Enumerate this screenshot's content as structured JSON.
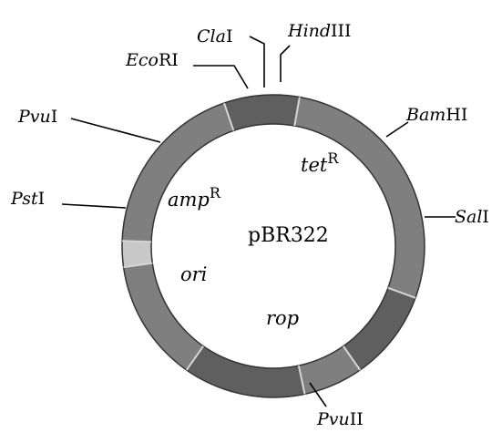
{
  "plasmid": {
    "name": "pBR322"
  },
  "colors": {
    "ring_mid": "#7f7f7f",
    "ring_dark": "#5f5f5f",
    "ring_light": "#c8c8c8",
    "divider": "#d6d6d6",
    "line": "#000000"
  },
  "sites": [
    {
      "id": "hindiii",
      "italic": "Hind",
      "roman": "III"
    },
    {
      "id": "clai",
      "italic": "Cla",
      "roman": "I"
    },
    {
      "id": "ecori",
      "italic": "Eco",
      "roman": "RI"
    },
    {
      "id": "bamhi",
      "italic": "Bam",
      "roman": "HI"
    },
    {
      "id": "pvui",
      "italic": "Pvu",
      "roman": "I"
    },
    {
      "id": "psti",
      "italic": "Pst",
      "roman": "I"
    },
    {
      "id": "sali",
      "italic": "Sal",
      "roman": "I"
    },
    {
      "id": "pvuii",
      "italic": "Pvu",
      "roman": "II"
    }
  ],
  "regions": {
    "tet": {
      "italic": "tet",
      "sup": "R"
    },
    "amp": {
      "italic": "amp",
      "sup": "R"
    },
    "ori": {
      "italic": "ori"
    },
    "rop": {
      "italic": "rop"
    }
  }
}
